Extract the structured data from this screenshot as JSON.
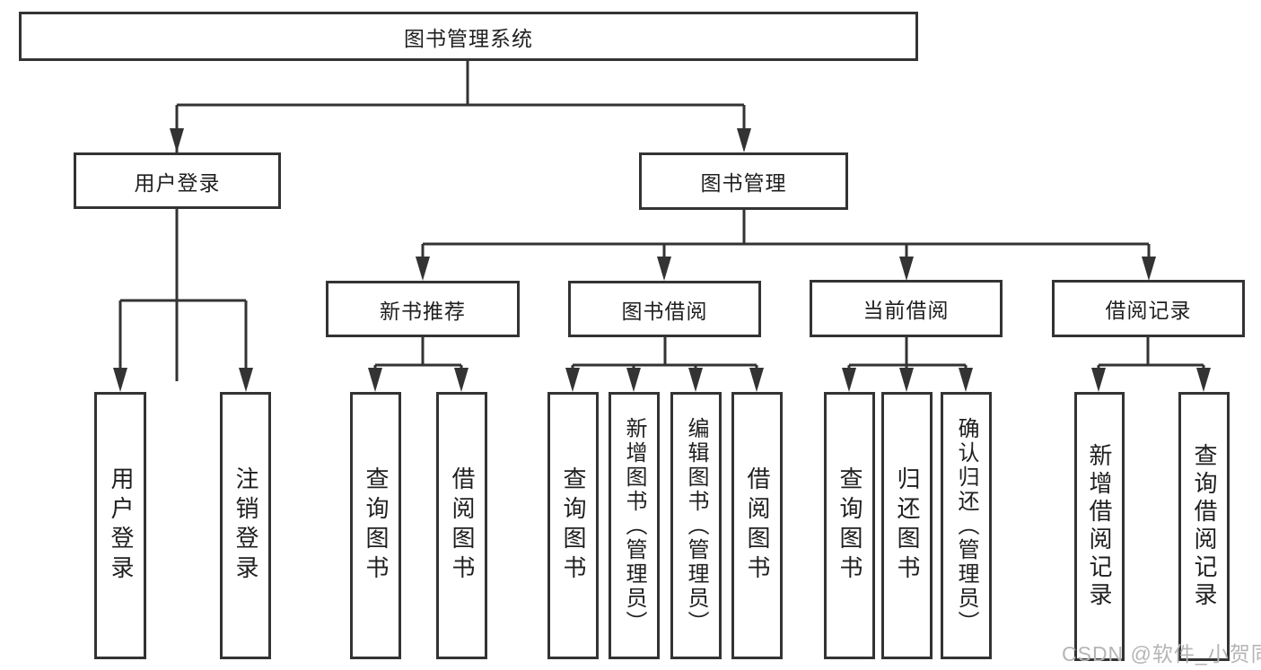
{
  "nodes": {
    "root": {
      "label": "图书管理系统"
    },
    "user_login": {
      "label": "用户登录"
    },
    "book_mgmt": {
      "label": "图书管理"
    },
    "new_book_rec": {
      "label": "新书推荐"
    },
    "book_borrow": {
      "label": "图书借阅"
    },
    "current_borrow": {
      "label": "当前借阅"
    },
    "borrow_record": {
      "label": "借阅记录"
    },
    "leaves": [
      {
        "label": "用户登录"
      },
      {
        "label": "注销登录"
      },
      {
        "label": "查询图书"
      },
      {
        "label": "借阅图书"
      },
      {
        "label": "查询图书"
      },
      {
        "label": "新增图书（管理员）"
      },
      {
        "label": "编辑图书（管理员）"
      },
      {
        "label": "借阅图书"
      },
      {
        "label": "查询图书"
      },
      {
        "label": "归还图书"
      },
      {
        "label": "确认归还（管理员）"
      },
      {
        "label": "新增借阅记录"
      },
      {
        "label": "查询借阅记录"
      }
    ]
  },
  "watermark": {
    "text": "CSDN @软件_小贺同学"
  },
  "colors": {
    "line": "#333333",
    "text": "#1f1f1f",
    "watermark": "#b5b5b5",
    "background": "#ffffff"
  }
}
